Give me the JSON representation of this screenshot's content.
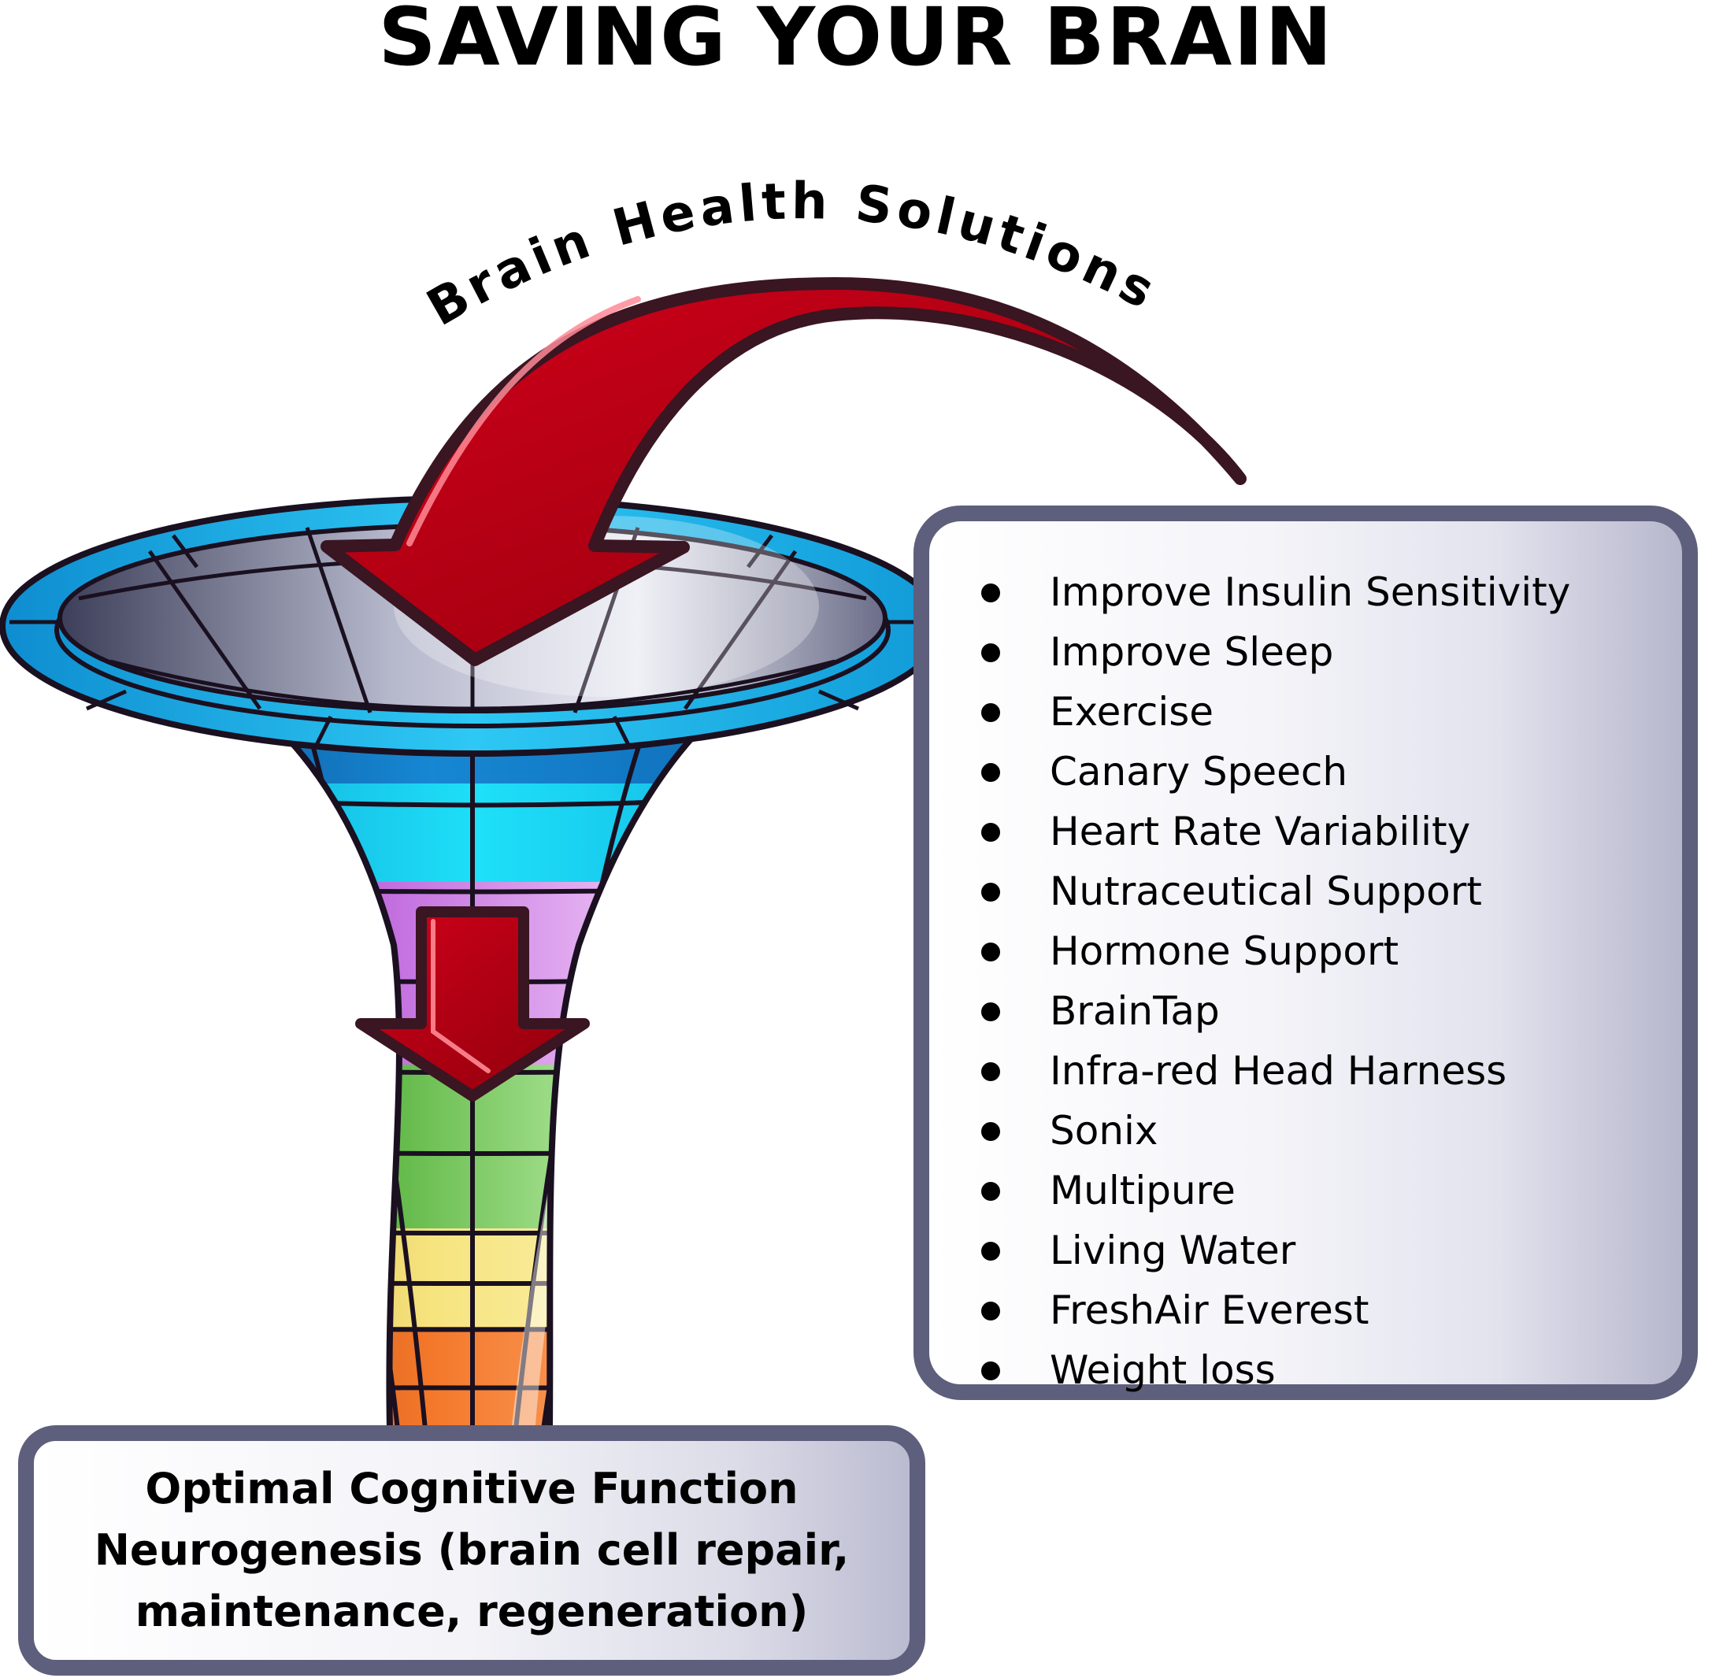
{
  "title": "SAVING YOUR BRAIN",
  "arc_label": "Brain Health Solutions",
  "solutions": [
    "Improve Insulin Sensitivity",
    "Improve Sleep",
    "Exercise",
    "Canary Speech",
    "Heart Rate Variability",
    "Nutraceutical Support",
    "Hormone Support",
    "BrainTap",
    "Infra-red Head Harness",
    "Sonix",
    "Multipure",
    "Living Water",
    "FreshAir Everest",
    "Weight loss"
  ],
  "outcome": {
    "lines": [
      "Optimal Cognitive Function",
      "Neurogenesis (brain cell repair,",
      "maintenance, regeneration)"
    ]
  },
  "colors": {
    "funnel_rim": "#1aa8e0",
    "funnel_blue": "#0a7fc8",
    "funnel_cyan": "#19c4ee",
    "funnel_purple": "#9b3fc2",
    "funnel_green": "#55b53c",
    "funnel_yellow": "#f1cc45",
    "funnel_orange": "#f07826",
    "arrow_red": "#b5000f",
    "outline": "#1a1020",
    "box_border": "#5e5f7c"
  },
  "icons": [
    "funnel-icon",
    "curved-arrow-icon",
    "down-arrow-icon",
    "bullet-icon"
  ]
}
